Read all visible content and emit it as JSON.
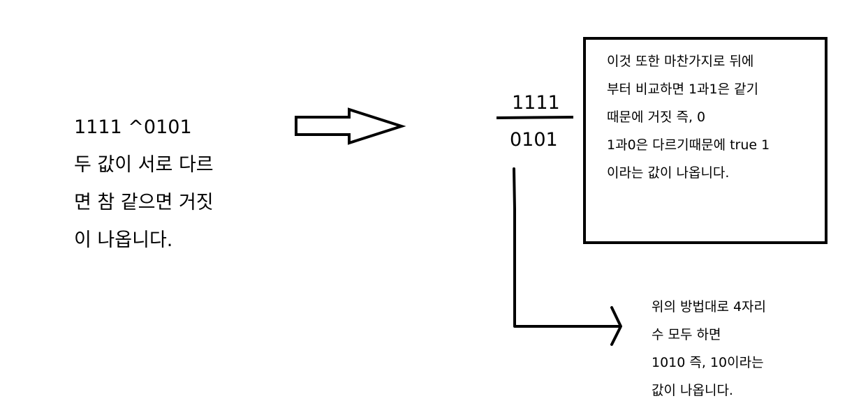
{
  "left_note": {
    "expression": "1111 ^0101",
    "lines": [
      "두 값이 서로 다르",
      "면 참 같으면 거짓",
      "이 나옵니다."
    ]
  },
  "calc": {
    "top": "1111",
    "bottom": "0101"
  },
  "box_note": {
    "lines": [
      "이것 또한 마찬가지로 뒤에",
      "부터 비교하면 1과1은 같기",
      "때문에 거짓 즉, 0",
      "1과0은 다르기때문에 true 1",
      "이라는 값이 나옵니다."
    ]
  },
  "result_note": {
    "lines": [
      "위의 방법대로 4자리",
      "수 모두 하면",
      "1010 즉, 10이라는",
      "값이 나옵니다."
    ]
  }
}
